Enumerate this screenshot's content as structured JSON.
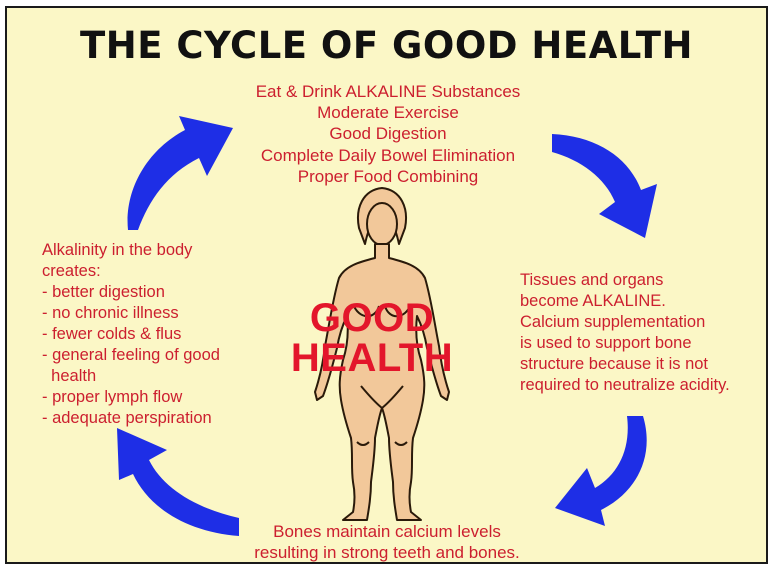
{
  "title": "THE CYCLE OF GOOD HEALTH",
  "colors": {
    "background": "#FBF7C6",
    "text_red": "#CC1F2F",
    "label_red": "#E3162B",
    "arrow_blue": "#1E2EE6",
    "skin": "#F2C89A"
  },
  "top_items": [
    "Eat & Drink ALKALINE Substances",
    "Moderate Exercise",
    "Good Digestion",
    "Complete Daily Bowel Elimination",
    "Proper Food Combining"
  ],
  "right_text": [
    "Tissues and organs",
    "become ALKALINE.",
    "Calcium supplementation",
    "is used to support bone",
    "structure because it is not",
    "required to neutralize acidity."
  ],
  "bottom_text": [
    "Bones maintain calcium levels",
    "resulting in strong teeth and bones."
  ],
  "left_text": [
    "Alkalinity in the body",
    "creates:",
    "- better digestion",
    "- no chronic illness",
    "- fewer colds & flus",
    "- general feeling of good",
    "  health",
    "- proper lymph flow",
    "- adequate perspiration"
  ],
  "center_label": [
    "GOOD",
    "HEALTH"
  ],
  "icons": [
    "blue-cycle-arrow",
    "human-body-figure"
  ]
}
